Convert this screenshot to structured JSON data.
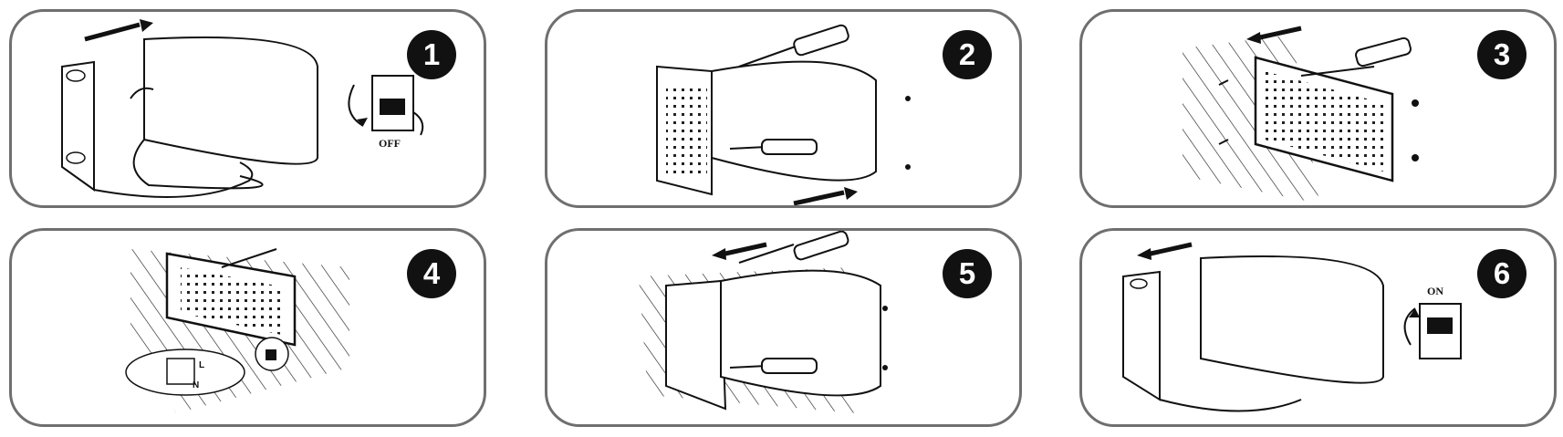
{
  "steps": [
    {
      "number": "1",
      "switch_label": "OFF"
    },
    {
      "number": "2"
    },
    {
      "number": "3"
    },
    {
      "number": "4",
      "terminal_l": "L",
      "terminal_n": "N"
    },
    {
      "number": "5"
    },
    {
      "number": "6",
      "switch_label": "ON"
    }
  ]
}
